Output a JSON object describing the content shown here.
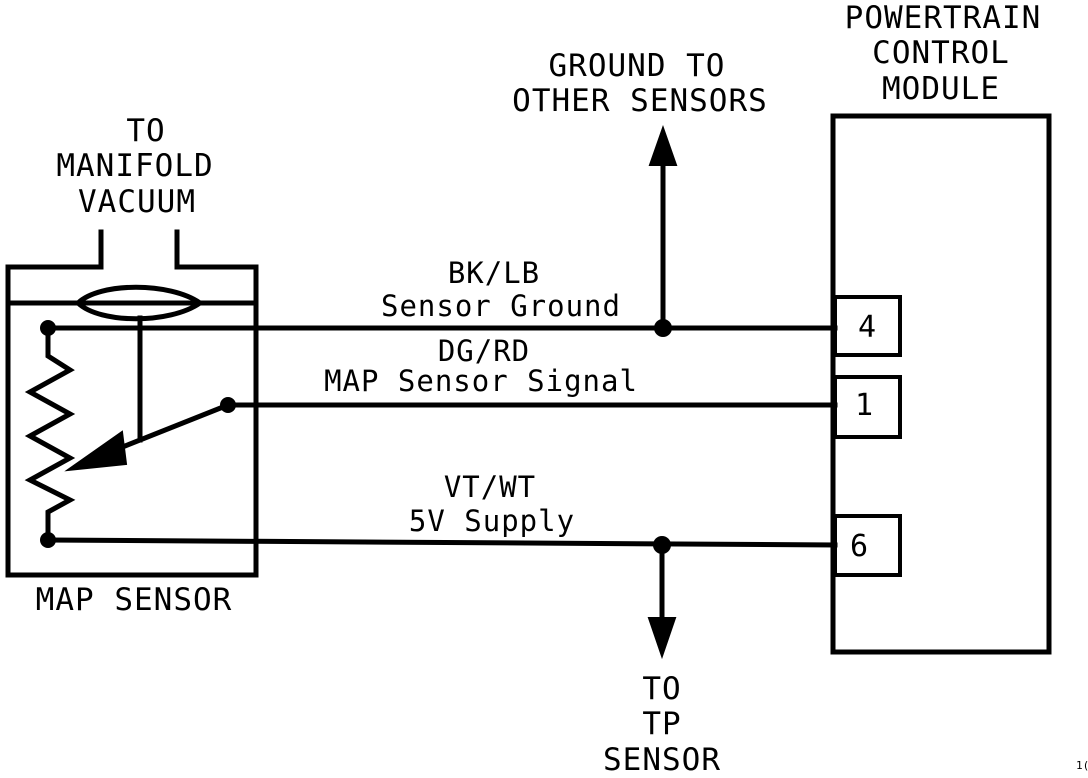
{
  "labels": {
    "vacuum": [
      "TO",
      "MANIFOLD",
      "VACUUM"
    ],
    "ground_to_other": [
      "GROUND TO",
      "OTHER SENSORS"
    ],
    "pcm": [
      "POWERTRAIN",
      "CONTROL",
      "MODULE"
    ],
    "map_sensor": "MAP SENSOR",
    "to_tp": [
      "TO",
      "TP",
      "SENSOR"
    ],
    "corner_mark": "1("
  },
  "wires": [
    {
      "color_code": "BK/LB",
      "name": "Sensor Ground",
      "pin": "4"
    },
    {
      "color_code": "DG/RD",
      "name": "MAP Sensor Signal",
      "pin": "1"
    },
    {
      "color_code": "VT/WT",
      "name": "5V Supply",
      "pin": "6"
    }
  ]
}
